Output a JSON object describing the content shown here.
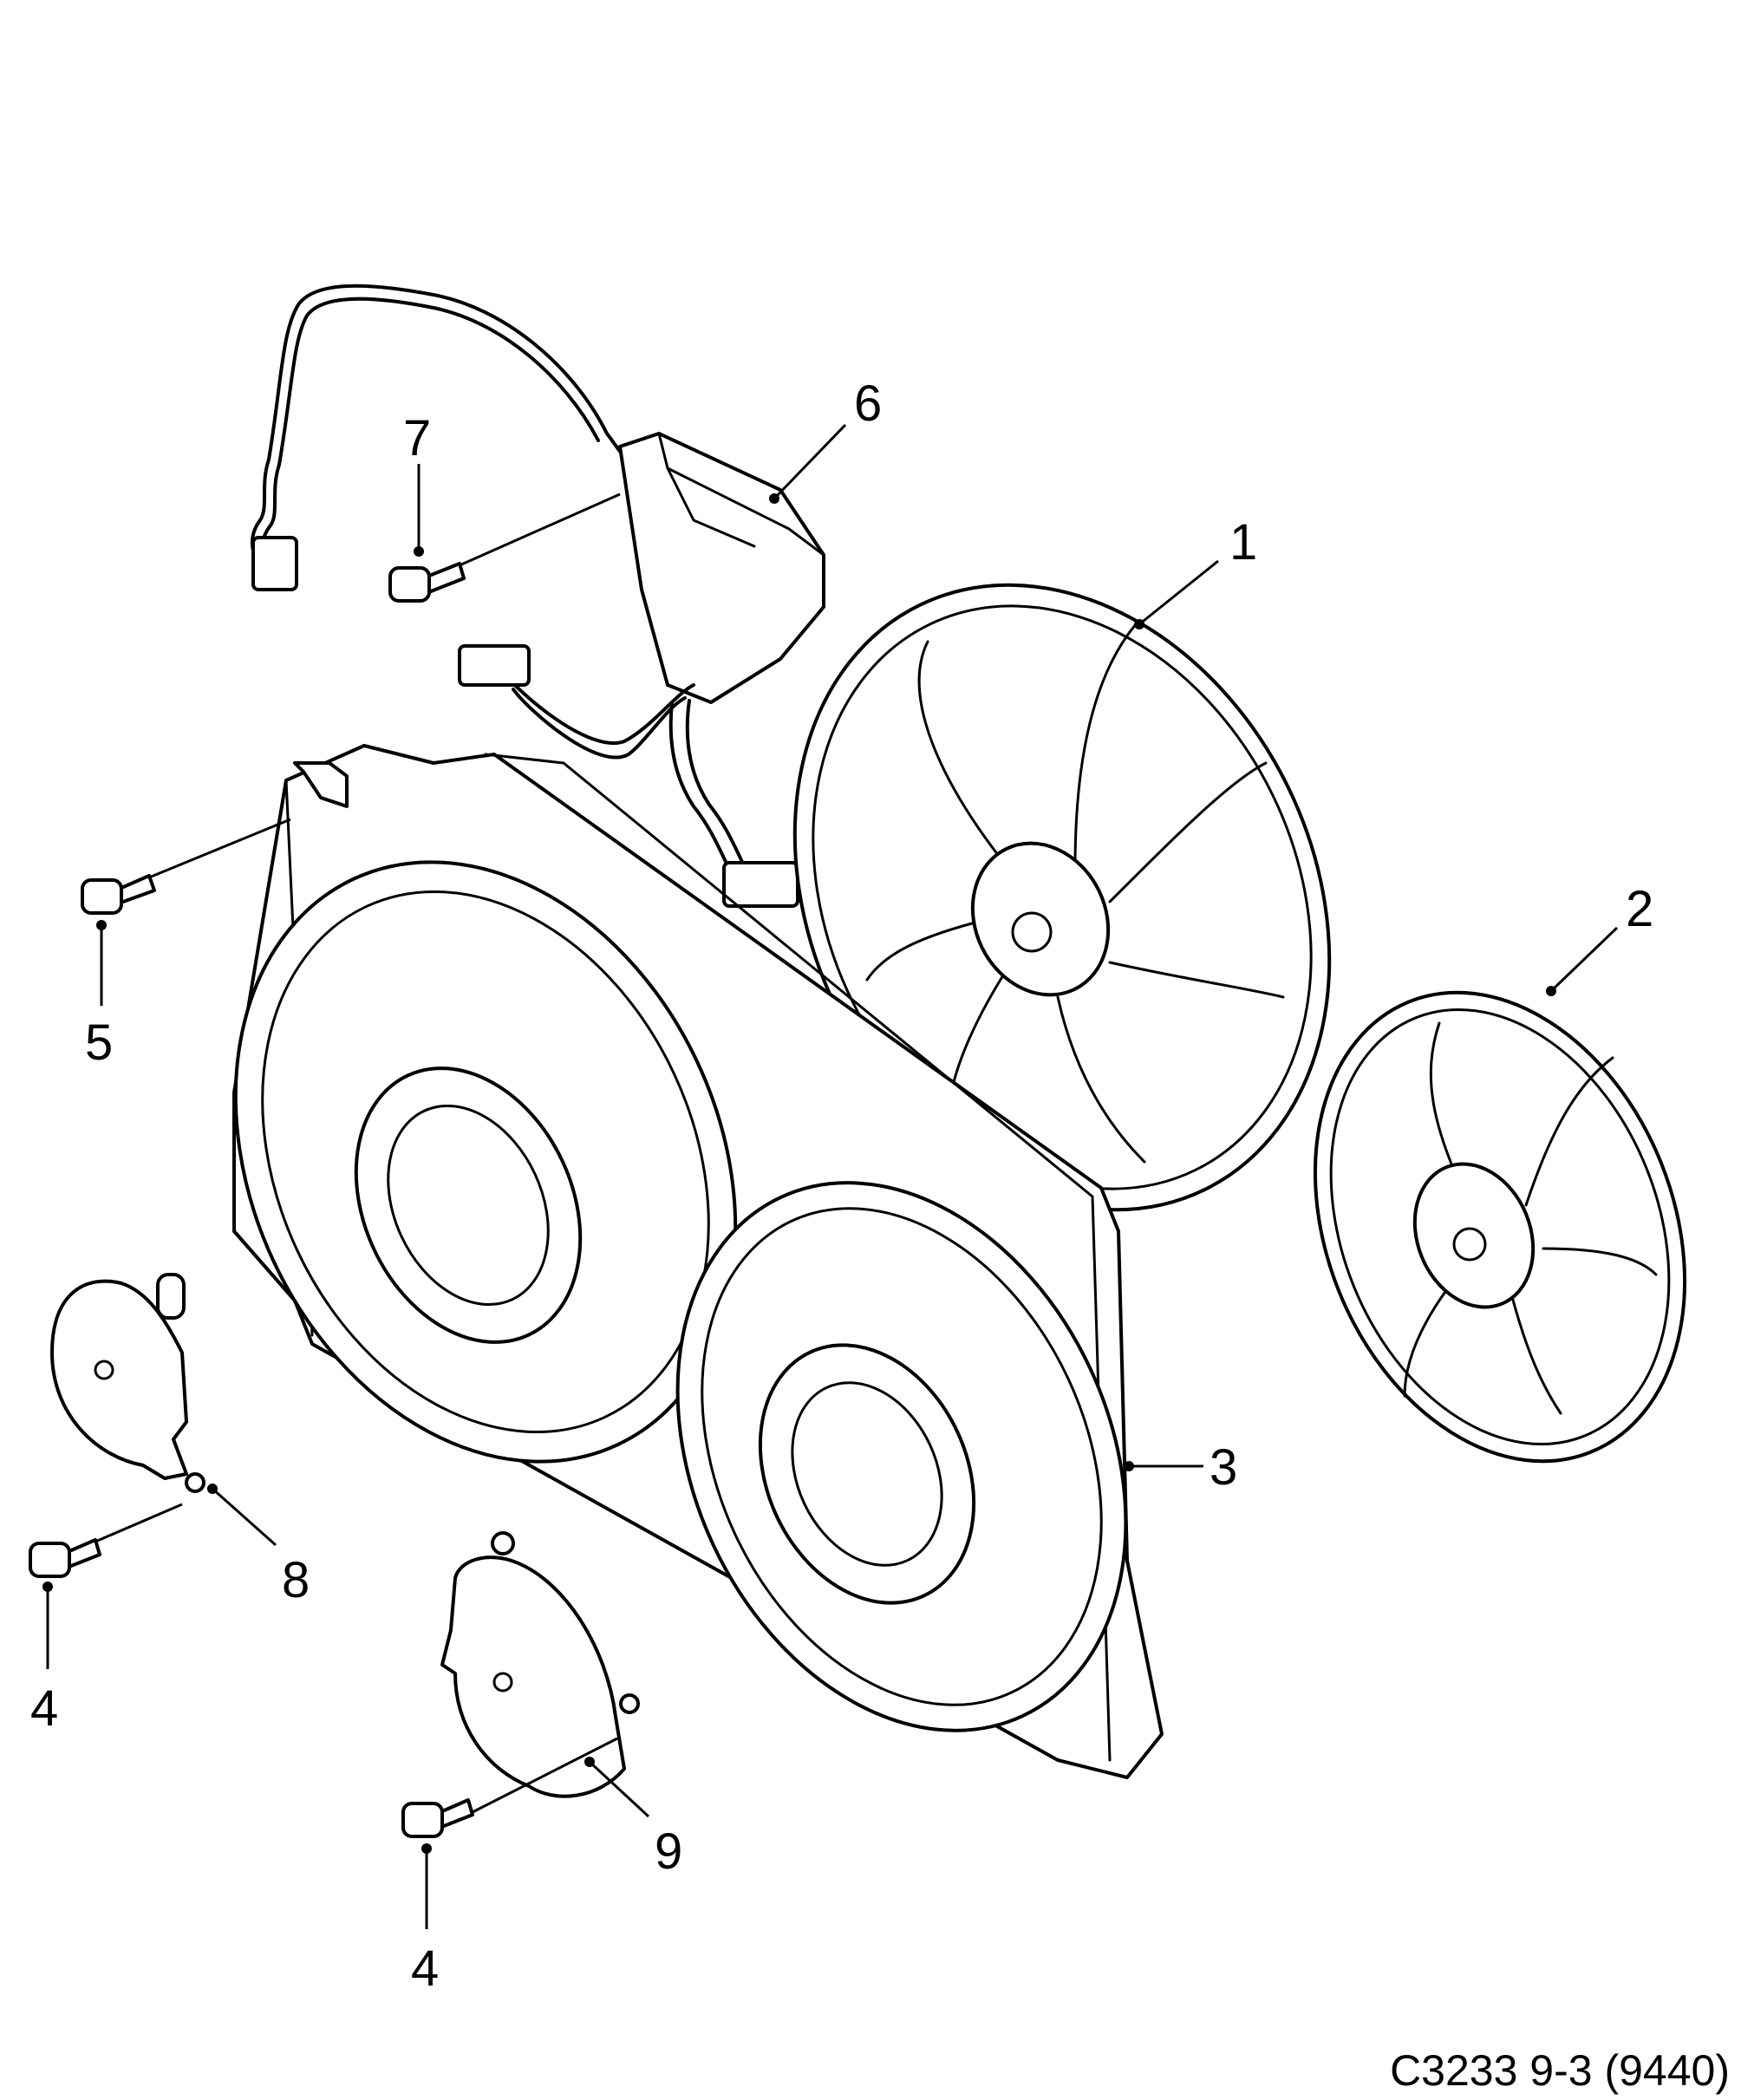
{
  "callouts": {
    "c1": "1",
    "c2": "2",
    "c3": "3",
    "c4a": "4",
    "c4b": "4",
    "c5": "5",
    "c6": "6",
    "c7": "7",
    "c8": "8",
    "c9": "9"
  },
  "caption": "C3233 9-3 (9440)"
}
